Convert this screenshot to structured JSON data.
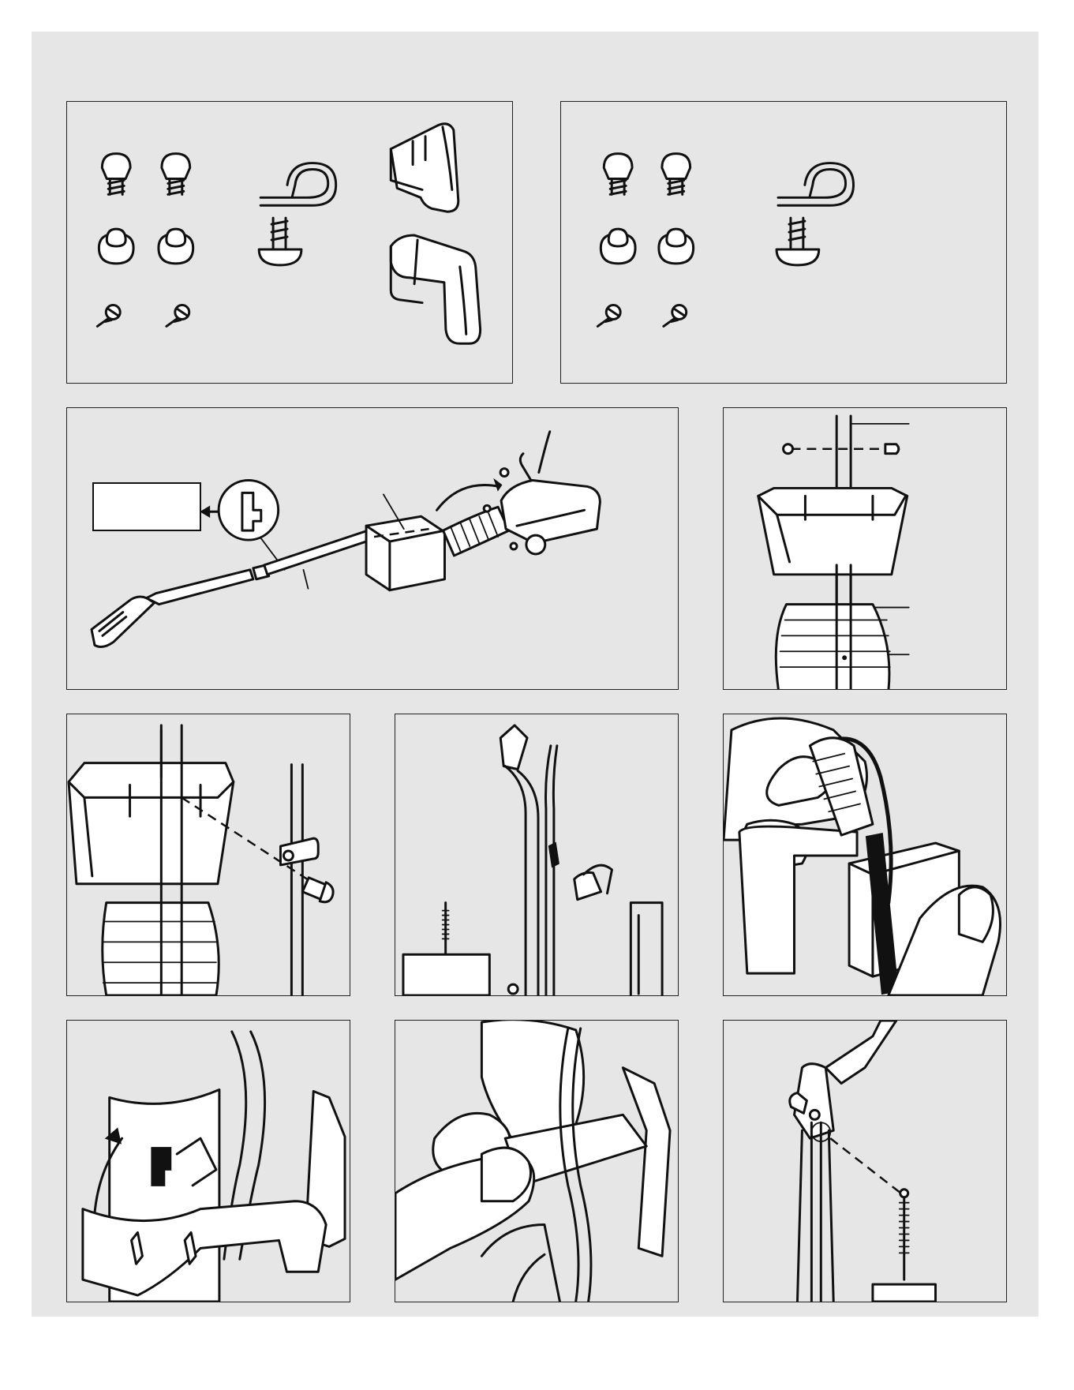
{
  "document": {
    "type": "assembly instruction sheet",
    "panel_count": 11,
    "footer_code": "",
    "colors": {
      "background": "#e6e6e6",
      "line": "#111111",
      "fill": "#ffffff"
    }
  },
  "panels": [
    {
      "id": "parts-kit-with-hooks",
      "labels": []
    },
    {
      "id": "parts-kit-basic",
      "labels": []
    },
    {
      "id": "overview-assembly",
      "callout_text": "",
      "labels": []
    },
    {
      "id": "handle-bolt-detail",
      "labels": []
    },
    {
      "id": "cord-clip-attach",
      "labels": []
    },
    {
      "id": "cord-hook-attach",
      "labels": []
    },
    {
      "id": "hose-into-bag-housing",
      "labels": []
    },
    {
      "id": "bag-collar-rotate",
      "labels": []
    },
    {
      "id": "cord-hook-snap",
      "labels": []
    },
    {
      "id": "spring-attach",
      "labels": []
    }
  ]
}
